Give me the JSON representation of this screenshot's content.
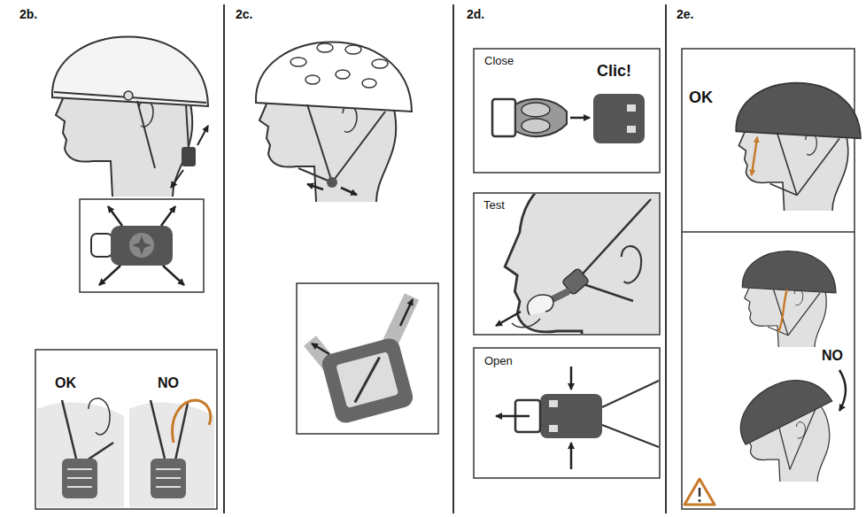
{
  "diagram": {
    "labels": [
      "2b.",
      "OK",
      "NO",
      "2c.",
      "2d.",
      "Close",
      "Clic!",
      "Test",
      "Open",
      "2e.",
      "OK",
      "NO"
    ]
  }
}
